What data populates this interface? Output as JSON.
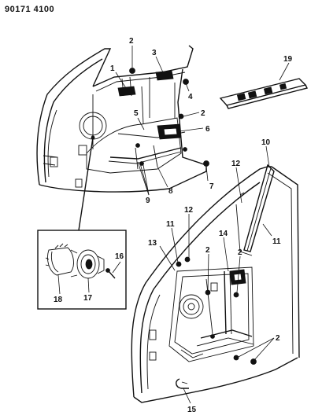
{
  "figure_id": "90171 4100",
  "callouts": [
    {
      "id": "c2a",
      "label": "2"
    },
    {
      "id": "c1",
      "label": "1"
    },
    {
      "id": "c3",
      "label": "3"
    },
    {
      "id": "c4",
      "label": "4"
    },
    {
      "id": "c2b",
      "label": "2"
    },
    {
      "id": "c5",
      "label": "5"
    },
    {
      "id": "c6",
      "label": "6"
    },
    {
      "id": "c7",
      "label": "7"
    },
    {
      "id": "c8",
      "label": "8"
    },
    {
      "id": "c9",
      "label": "9"
    },
    {
      "id": "c19",
      "label": "19"
    },
    {
      "id": "c10",
      "label": "10"
    },
    {
      "id": "c12a",
      "label": "12"
    },
    {
      "id": "c11a",
      "label": "11"
    },
    {
      "id": "c12b",
      "label": "12"
    },
    {
      "id": "c11b",
      "label": "11"
    },
    {
      "id": "c13",
      "label": "13"
    },
    {
      "id": "c14",
      "label": "14"
    },
    {
      "id": "c2c",
      "label": "2"
    },
    {
      "id": "c2d",
      "label": "2"
    },
    {
      "id": "c2e",
      "label": "2"
    },
    {
      "id": "c16",
      "label": "16"
    },
    {
      "id": "c18",
      "label": "18"
    },
    {
      "id": "c17",
      "label": "17"
    },
    {
      "id": "c15",
      "label": "15"
    }
  ]
}
